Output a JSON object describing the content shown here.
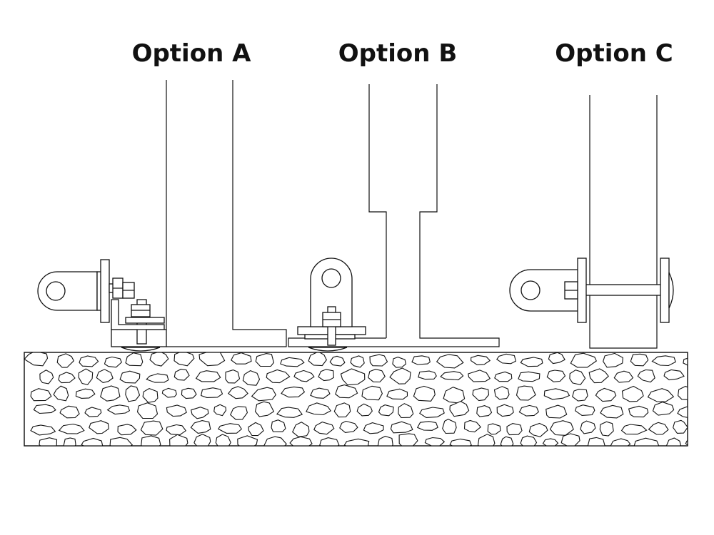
{
  "labels": {
    "option_a": "Option A",
    "option_b": "Option B",
    "option_c": "Option C"
  },
  "colors": {
    "line": "#111111",
    "background": "#ffffff"
  }
}
